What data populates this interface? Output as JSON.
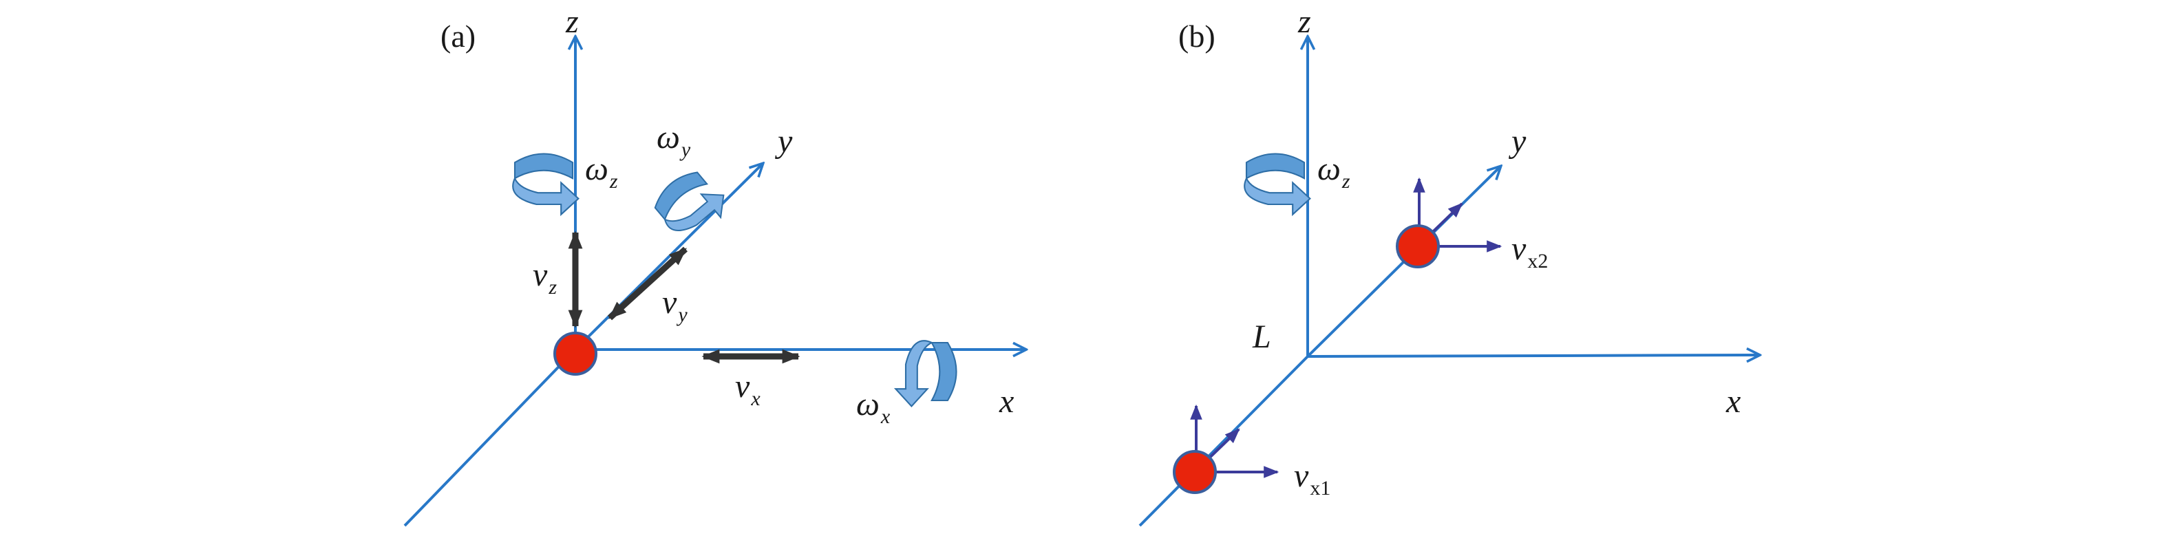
{
  "panels": [
    {
      "label": "(a)",
      "axes": {
        "x": "x",
        "y": "y",
        "z": "z"
      },
      "rotations": [
        {
          "symbol": "ω",
          "sub": "z"
        },
        {
          "symbol": "ω",
          "sub": "y"
        },
        {
          "symbol": "ω",
          "sub": "x"
        }
      ],
      "velocities": [
        {
          "symbol": "v",
          "sub": "z"
        },
        {
          "symbol": "v",
          "sub": "y"
        },
        {
          "symbol": "v",
          "sub": "x"
        }
      ]
    },
    {
      "label": "(b)",
      "axes": {
        "x": "x",
        "y": "y",
        "z": "z"
      },
      "rotation": {
        "symbol": "ω",
        "sub": "z"
      },
      "length_label": "L",
      "velocities": [
        {
          "symbol": "v",
          "sub": "x2"
        },
        {
          "symbol": "v",
          "sub": "x1"
        }
      ]
    }
  ],
  "colors": {
    "axis": "#2878c8",
    "rotation_fill": "#5b9bd5",
    "rotation_edge": "#2e6ea6",
    "velocity_arrow": "#333333",
    "small_arrow": "#3b3b9a",
    "ball_fill": "#e8240c",
    "ball_edge": "#3a5f9e"
  }
}
